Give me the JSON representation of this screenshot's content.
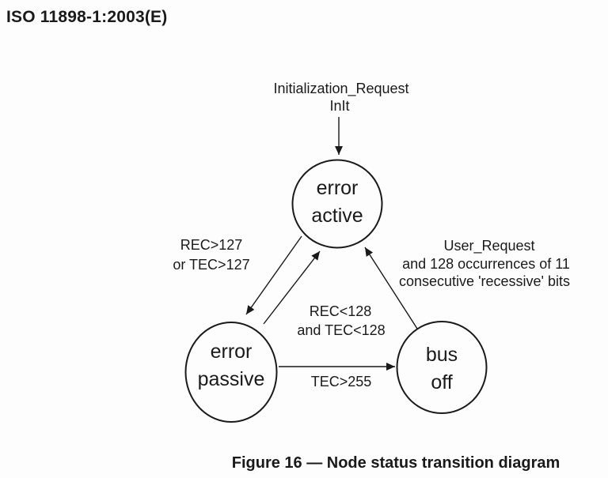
{
  "page": {
    "header": "ISO 11898-1:2003(E)",
    "caption": "Figure 16 — Node status transition diagram",
    "background_color": "#fdfdfd",
    "ink_color": "#1a1a1a"
  },
  "diagram": {
    "type": "state-transition-diagram",
    "states": [
      {
        "name": "error-active",
        "line1": "error",
        "line2": "active"
      },
      {
        "name": "error-passive",
        "line1": "error",
        "line2": "passive"
      },
      {
        "name": "bus-off",
        "line1": "bus",
        "line2": "off"
      }
    ],
    "transitions": [
      {
        "from": "start",
        "to": "error-active",
        "line1": "Initialization_Request",
        "line2": "InIt"
      },
      {
        "from": "error-active",
        "to": "error-passive",
        "line1": "REC>127",
        "line2": "or TEC>127"
      },
      {
        "from": "error-passive",
        "to": "error-active",
        "line1": "REC<128",
        "line2": "and TEC<128"
      },
      {
        "from": "error-passive",
        "to": "bus-off",
        "line1": "TEC>255"
      },
      {
        "from": "bus-off",
        "to": "error-active",
        "line1": "User_Request",
        "line2": "and 128 occurrences of 11",
        "line3": "consecutive 'recessive' bits"
      }
    ]
  }
}
